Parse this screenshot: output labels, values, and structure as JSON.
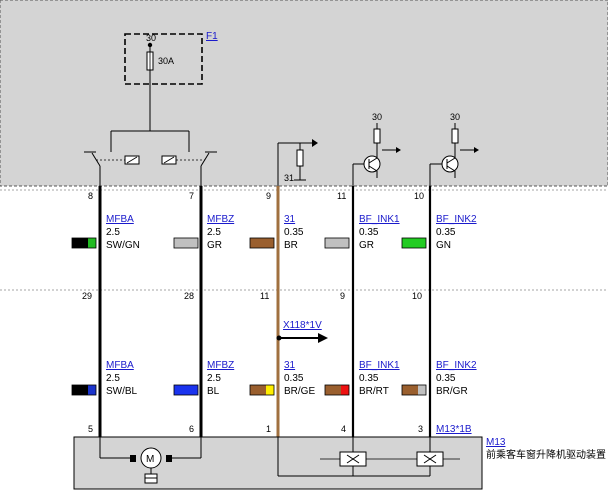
{
  "top_module": {
    "label": "F1",
    "fuse_terminal": "30",
    "fuse_rating": "30A"
  },
  "relay_terminals": {
    "left": "30",
    "right": "30",
    "ground_label": "31"
  },
  "top_pins": [
    "8",
    "7",
    "9",
    "11",
    "10"
  ],
  "upper_wires": [
    {
      "signal": "MFBA",
      "size": "2.5",
      "color_code": "SW/GN",
      "swatch": [
        "#000000",
        "#22bb22"
      ]
    },
    {
      "signal": "MFBZ",
      "size": "2.5",
      "color_code": "GR",
      "swatch": [
        "#c0c0c0"
      ]
    },
    {
      "signal": "31",
      "size": "0.35",
      "color_code": "BR",
      "swatch": [
        "#9a5f2e"
      ]
    },
    {
      "signal": "BF_INK1",
      "size": "0.35",
      "color_code": "GR",
      "swatch": [
        "#c0c0c0"
      ]
    },
    {
      "signal": "BF_INK2",
      "size": "0.35",
      "color_code": "GN",
      "swatch": [
        "#22cc22"
      ]
    }
  ],
  "mid_pins": [
    "29",
    "28",
    "11",
    "9",
    "10"
  ],
  "connector_label": "X118*1V",
  "lower_wires": [
    {
      "signal": "MFBA",
      "size": "2.5",
      "color_code": "SW/BL",
      "swatch": [
        "#000000",
        "#1a33cc"
      ]
    },
    {
      "signal": "MFBZ",
      "size": "2.5",
      "color_code": "BL",
      "swatch": [
        "#1a33ee"
      ]
    },
    {
      "signal": "31",
      "size": "0.35",
      "color_code": "BR/GE",
      "swatch": [
        "#9a5f2e",
        "#ffee00"
      ]
    },
    {
      "signal": "BF_INK1",
      "size": "0.35",
      "color_code": "BR/RT",
      "swatch": [
        "#9a5f2e",
        "#ee1111"
      ]
    },
    {
      "signal": "BF_INK2",
      "size": "0.35",
      "color_code": "BR/GR",
      "swatch": [
        "#9a5f2e",
        "#c0c0c0"
      ]
    }
  ],
  "bottom_pins": [
    "5",
    "6",
    "1",
    "4",
    "3"
  ],
  "bottom_connector": "M13*1B",
  "component": {
    "label": "M13",
    "name": "前乘客车窗升降机驱动装置"
  },
  "colors": {
    "module_fill": "#d4d4d4",
    "brown_wire": "#a0703f",
    "black_wire": "#000000",
    "link": "#1a1acc"
  }
}
